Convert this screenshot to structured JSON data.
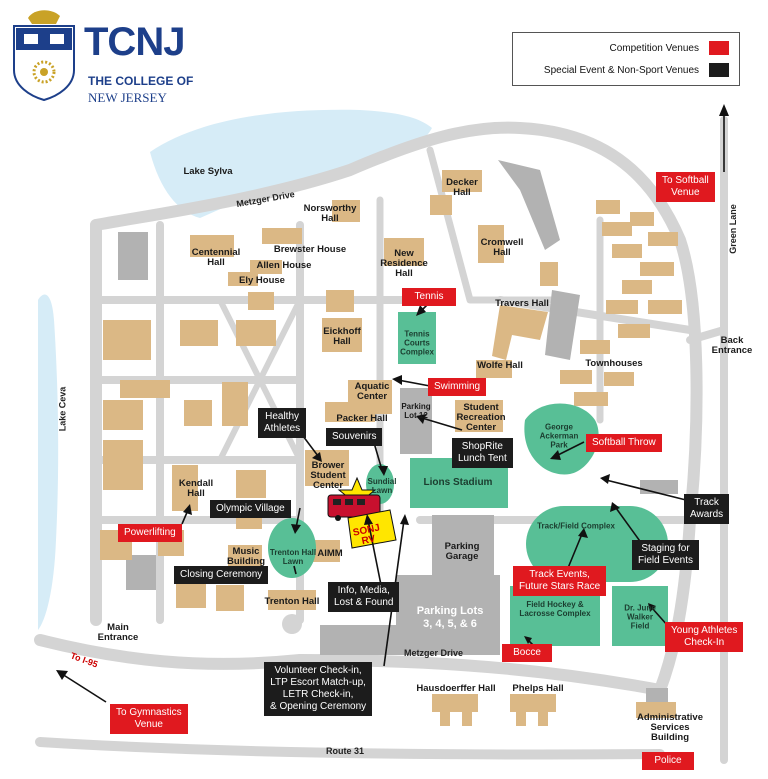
{
  "logo": {
    "name": "TCNJ",
    "line1": "THE COLLEGE OF",
    "line2": "NEW JERSEY"
  },
  "legend": [
    {
      "label": "Competition Venues",
      "color": "#e0191f"
    },
    {
      "label": "Special Event & Non-Sport Venues",
      "color": "#1c1c1c"
    }
  ],
  "colors": {
    "building": "#dbb885",
    "venue_green": "#58bf96",
    "road": "#d4d4d4",
    "water": "#d6ecf7",
    "parking": "#b2b2b2"
  },
  "water_labels": {
    "lake_sylva": "Lake Sylva",
    "lake_ceva": "Lake Ceva"
  },
  "roads": {
    "metzger_top": "Metzger Drive",
    "metzger_bottom": "Metzger Drive",
    "green_lane": "Green Lane",
    "route31": "Route 31",
    "to_i95": "To I-95"
  },
  "buildings": {
    "decker": "Decker\nHall",
    "norsworthy": "Norsworthy\nHall",
    "cromwell": "Cromwell\nHall",
    "centennial": "Centennial\nHall",
    "brewster": "Brewster House",
    "allen": "Allen House",
    "ely": "Ely House",
    "new_res": "New\nResidence\nHall",
    "travers": "Travers Hall",
    "eickhoff": "Eickhoff\nHall",
    "wolfe": "Wolfe Hall",
    "townhouses": "Townhouses",
    "aquatic": "Aquatic\nCenter",
    "packer": "Packer Hall",
    "parking12": "Parking\nLot 12",
    "student_rec": "Student\nRecreation\nCenter",
    "brower": "Brower\nStudent\nCenter",
    "sundial": "Sundial\nLawn",
    "kendall": "Kendall\nHall",
    "trenton_lawn": "Trenton Hall\nLawn",
    "music": "Music\nBuilding",
    "aimm": "AIMM",
    "trenton_hall": "Trenton Hall",
    "parking_garage": "Parking\nGarage",
    "parking_lots": "Parking Lots\n3, 4, 5, & 6",
    "main_entrance": "Main\nEntrance",
    "back_entrance": "Back\nEntrance",
    "hausdoerffer": "Hausdoerffer Hall",
    "phelps": "Phelps Hall",
    "admin": "Administrative\nServices\nBuilding",
    "tennis_courts": "Tennis\nCourts\nComplex",
    "lions_stadium": "Lions Stadium",
    "george_ackerman": "George\nAckerman\nPark",
    "track_field": "Track/Field Complex",
    "field_hockey": "Field Hockey &\nLacrosse Complex",
    "june_walker": "Dr. June\nWalker\nField"
  },
  "venue_tags": {
    "softball_venue": "To Softball\nVenue",
    "tennis": "Tennis",
    "swimming": "Swimming",
    "softball_throw": "Softball Throw",
    "powerlifting": "Powerlifting",
    "track_events": "Track Events,\nFuture Stars Race",
    "young_athletes": "Young Athletes\nCheck-In",
    "bocce": "Bocce",
    "gymnastics": "To Gymnastics\nVenue",
    "police": "Police"
  },
  "event_tags": {
    "healthy_athletes": "Healthy\nAthletes",
    "souvenirs": "Souvenirs",
    "shoprite": "ShopRite\nLunch Tent",
    "olympic_village": "Olympic Village",
    "closing": "Closing Ceremony",
    "info_media": "Info, Media,\nLost & Found",
    "track_awards": "Track\nAwards",
    "staging": "Staging for\nField Events",
    "volunteer": "Volunteer Check-in,\nLTP Escort Match-up,\nLETR Check-in,\n& Opening Ceremony"
  },
  "rv": {
    "label": "SONJ\nRV"
  }
}
